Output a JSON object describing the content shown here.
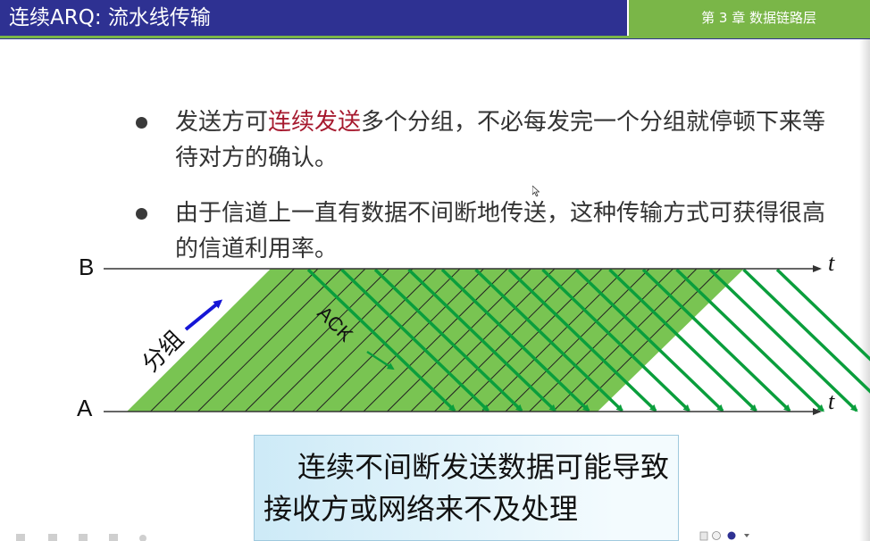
{
  "header": {
    "title": "连续ARQ: 流水线传输",
    "chapter": "第 3 章   数据链路层"
  },
  "bullets": [
    {
      "pre": "发送方可",
      "highlight": "连续发送",
      "post": "多个分组，不必每发完一个分组就停顿下来等待对方的确认。"
    },
    {
      "pre": "由于信道上一直有数据不间断地传送，这种传输方式可获得很高的信道利用率。",
      "highlight": "",
      "post": ""
    }
  ],
  "diagram": {
    "label_b": "B",
    "label_a": "A",
    "time_b": "t",
    "time_a": "t",
    "packet_label": "分组",
    "ack_label": "ACK",
    "colors": {
      "band": "#79c452",
      "band_lines": "#222222",
      "ack_arrows": "#0a9e3c",
      "packet_arrow": "#1515d6",
      "axis": "#333333"
    }
  },
  "note": {
    "text": "连续不间断发送数据可能导致接收方或网络来不及处理"
  },
  "icons": {
    "cursor": "mouse-pointer-icon",
    "taskbar": [
      "app-icon",
      "chat-icon",
      "help-icon",
      "dropdown-icon"
    ]
  }
}
